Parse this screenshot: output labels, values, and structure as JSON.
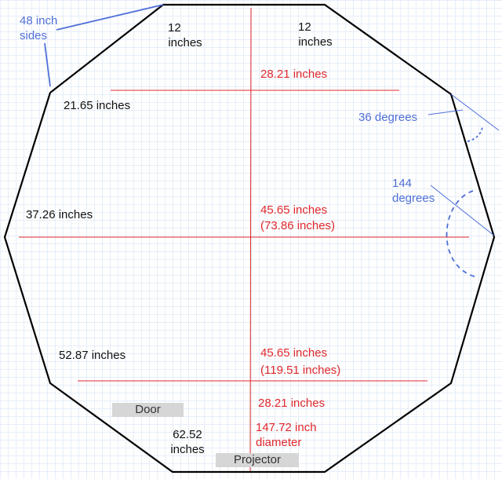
{
  "colors": {
    "outline": "#000000",
    "measure_lines": "#e0282c",
    "annotation_blue": "#4f6fd8",
    "grid": "#e6eef8",
    "tag_background": "#d6d6d6"
  },
  "annotations": {
    "sides_line1": "48 inch",
    "sides_line2": "sides",
    "angle_36": "36 degrees",
    "angle_144_line1": "144",
    "angle_144_line2": "degrees"
  },
  "widths": {
    "top_left_line1": "12",
    "top_left_line2": "inches",
    "top_right_line1": "12",
    "top_right_line2": "inches",
    "row1_width": "21.65 inches",
    "row2_width": "37.26 inches",
    "row3_width": "52.87 inches",
    "bottom_line1": "62.52",
    "bottom_line2": "inches"
  },
  "depths": {
    "seg1": "28.21 inches",
    "seg2": "45.65 inches",
    "seg2_cumulative": "(73.86 inches)",
    "seg3": "45.65 inches",
    "seg3_cumulative": "(119.51 inches)",
    "seg4": "28.21 inches",
    "diameter_line1": "147.72 inch",
    "diameter_line2": "diameter"
  },
  "tags": {
    "door": "Door",
    "projector": "Projector"
  }
}
